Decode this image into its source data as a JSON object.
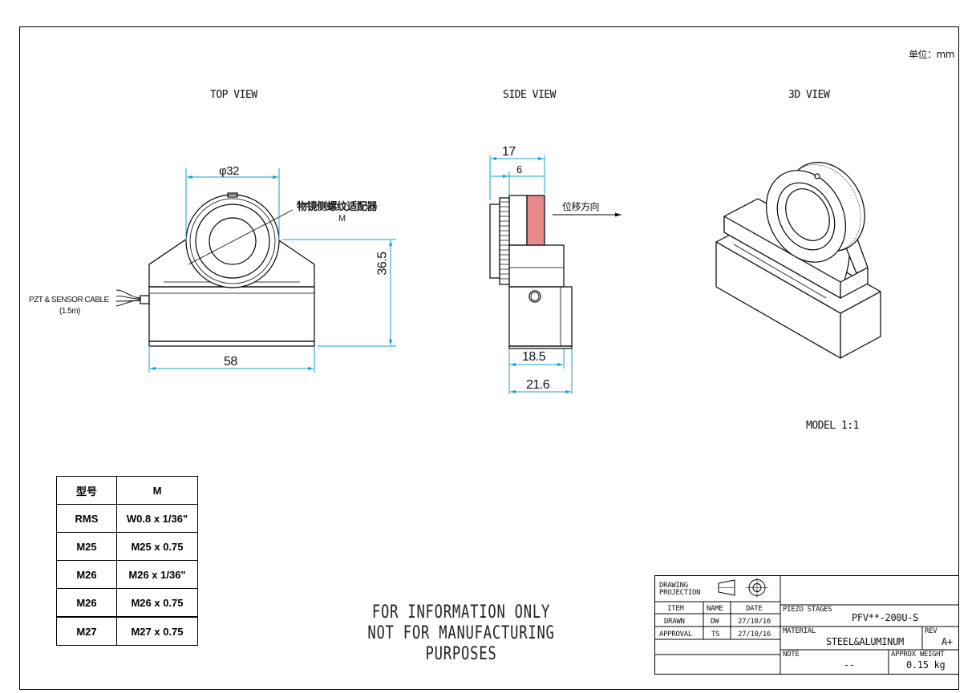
{
  "unit_label": "单位：mm",
  "views": {
    "top": "TOP VIEW",
    "side": "SIDE VIEW",
    "iso": "3D VIEW"
  },
  "model_scale": "MODEL 1:1",
  "top_view": {
    "diameter_dim": "φ32",
    "adapter_label": "物镜侧螺纹适配器",
    "adapter_sub": "M",
    "height_dim": "36.5",
    "width_dim": "58",
    "cable_label": "PZT & SENSOR CABLE",
    "cable_length": "(1.5m)"
  },
  "side_view": {
    "dim_17": "17",
    "dim_6": "6",
    "dim_18_5": "18.5",
    "dim_21_6": "21.6",
    "direction_label": "位移方向"
  },
  "colors": {
    "line": "#000000",
    "highlight": "#e88a8a"
  },
  "thread_table": {
    "headers": [
      "型号",
      "M"
    ],
    "rows": [
      [
        "RMS",
        "W0.8 x 1/36\""
      ],
      [
        "M25",
        "M25 x 0.75"
      ],
      [
        "M26",
        "M26 x 1/36\""
      ],
      [
        "M26",
        "M26 x 0.75"
      ],
      [
        "M27",
        "M27 x 0.75"
      ]
    ]
  },
  "disclaimer": {
    "line1": "FOR INFORMATION ONLY",
    "line2": "NOT FOR MANUFACTURING PURPOSES"
  },
  "title_block": {
    "projection_label_1": "DRAWING",
    "projection_label_2": "PROJECTION",
    "col_item": "ITEM",
    "col_name": "NAME",
    "col_date": "DATE",
    "drawn_label": "DRAWN",
    "drawn_name": "DW",
    "drawn_date": "27/10/16",
    "approval_label": "APPROVAL",
    "approval_name": "TS",
    "approval_date": "27/10/16",
    "product_label": "PIEZO STAGES",
    "part_number": "PFV**-200U-S",
    "material_label": "MATERIAL",
    "material": "STEEL&ALUMINUM",
    "rev_label": "REV",
    "rev": "A+",
    "note_label": "NOTE",
    "note": "--",
    "weight_label": "APPROX WEIGHT",
    "weight": "0.15 kg"
  }
}
